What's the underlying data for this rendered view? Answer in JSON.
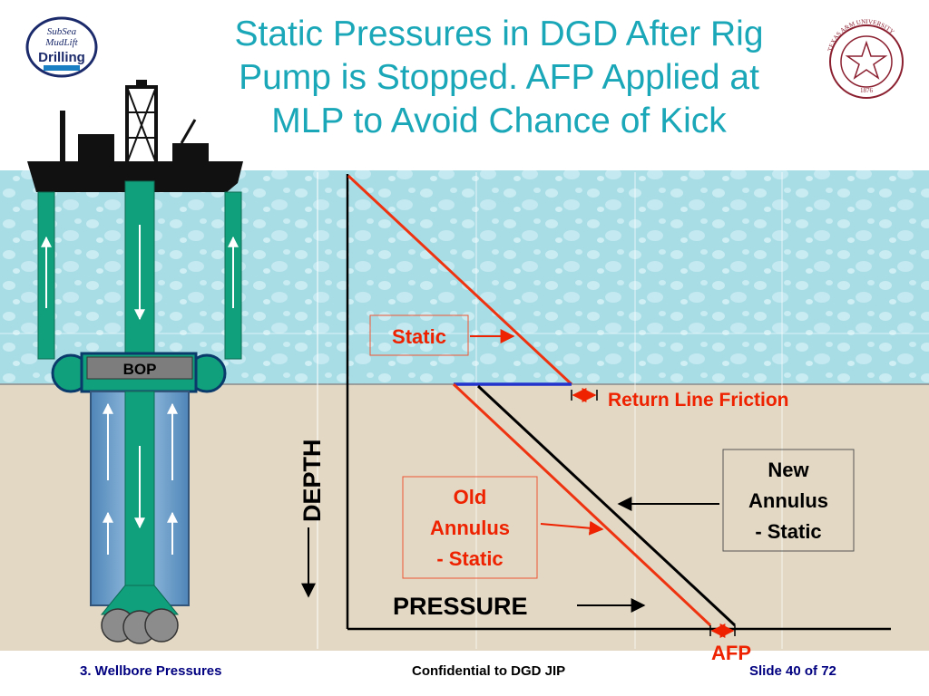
{
  "slide": {
    "title_lines": [
      "Static Pressures in DGD After Rig",
      "Pump is Stopped.   AFP Applied at",
      "MLP to Avoid Chance of Kick"
    ]
  },
  "logos": {
    "left": {
      "line1": "SubSea",
      "line2": "MudLift",
      "line3": "Drilling"
    },
    "right": {
      "ring_text": "TEXAS A&M UNIVERSITY",
      "year": "1876"
    }
  },
  "diagram": {
    "bop_label": "BOP",
    "labels": {
      "static": "Static",
      "return_line_friction": "Return Line Friction",
      "new_annulus": [
        "New",
        "Annulus",
        "- Static"
      ],
      "old_annulus": [
        "Old",
        "Annulus",
        "- Static"
      ],
      "pressure": "PRESSURE",
      "depth": "DEPTH",
      "afp": "AFP"
    },
    "colors": {
      "sea": "#a9dde6",
      "seafloor": "#e3d8c4",
      "pipe": "#11a07c",
      "static_line": "#ee3311",
      "new_annulus_line": "#000000",
      "mudline_segment": "#2233cc",
      "label_red": "#ee2200"
    }
  },
  "footer": {
    "left": "3. Wellbore Pressures",
    "center": "Confidential to DGD JIP",
    "right": "Slide 40 of 72"
  }
}
